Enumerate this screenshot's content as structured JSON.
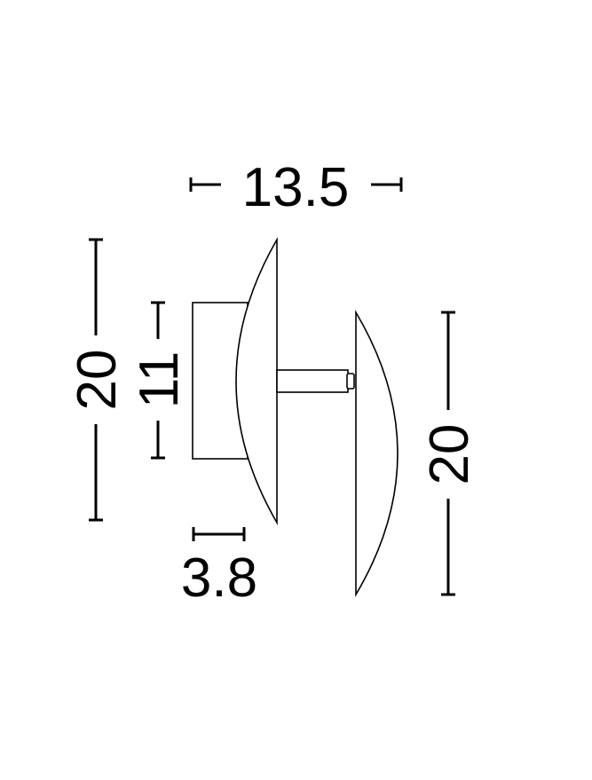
{
  "dimensions": {
    "width_total": "13.5",
    "height_left": "20",
    "base_height": "11",
    "base_depth": "3.8",
    "height_right": "20"
  },
  "colors": {
    "line": "#000000",
    "background": "#ffffff"
  }
}
